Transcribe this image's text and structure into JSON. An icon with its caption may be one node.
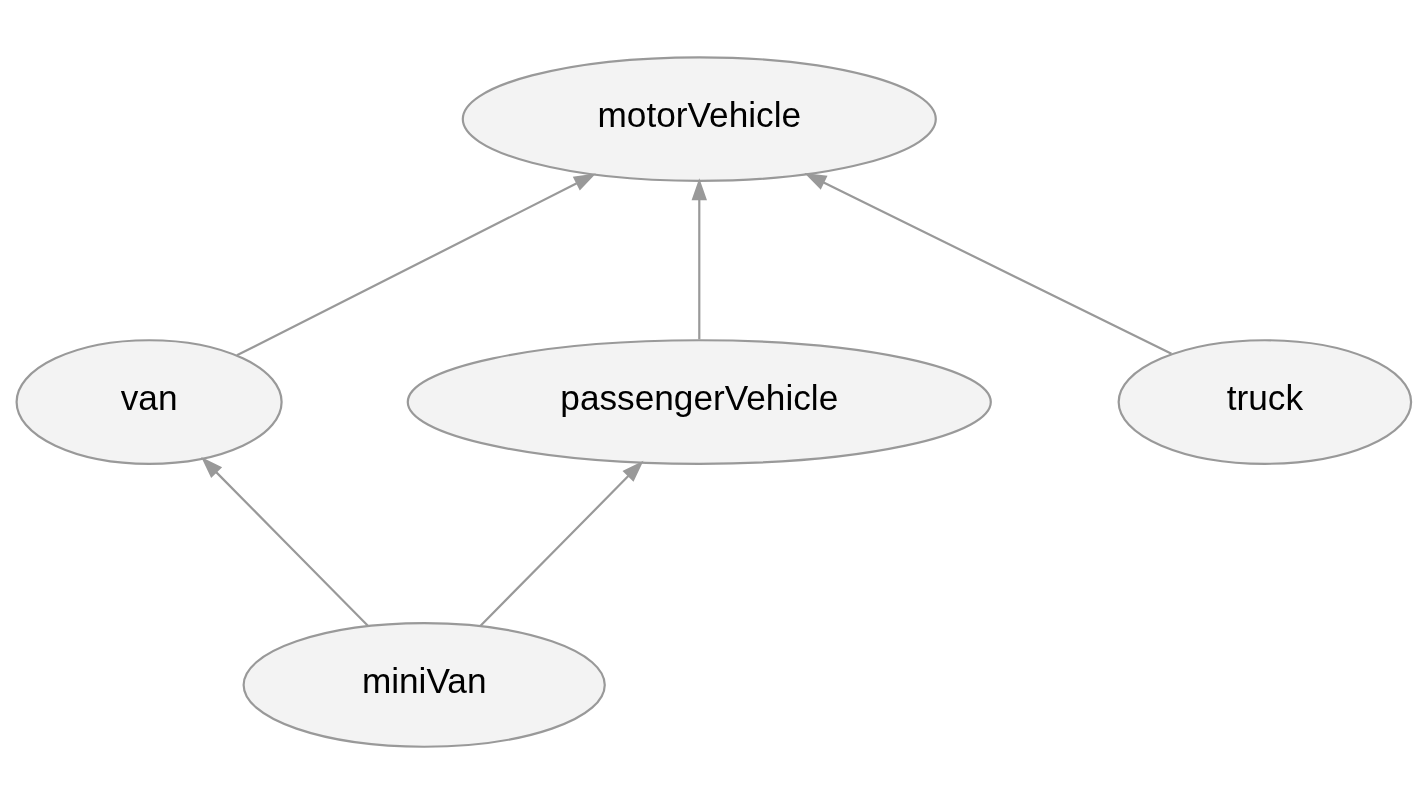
{
  "diagram": {
    "nodes": [
      {
        "text": [
          "motorVehicle"
        ]
      },
      {
        "text": [
          "van"
        ]
      },
      {
        "text": [
          "passengerVehicle"
        ]
      },
      {
        "text": [
          "truck"
        ]
      },
      {
        "text": [
          "miniVan"
        ]
      }
    ],
    "edges": [
      {
        "from": 1,
        "to": 0,
        "arrow": "to"
      },
      {
        "from": 2,
        "to": 0,
        "arrow": "to"
      },
      {
        "from": 3,
        "to": 0,
        "arrow": "to"
      },
      {
        "from": 4,
        "to": 1,
        "arrow": "to"
      },
      {
        "from": 4,
        "to": 2,
        "arrow": "to"
      }
    ]
  }
}
